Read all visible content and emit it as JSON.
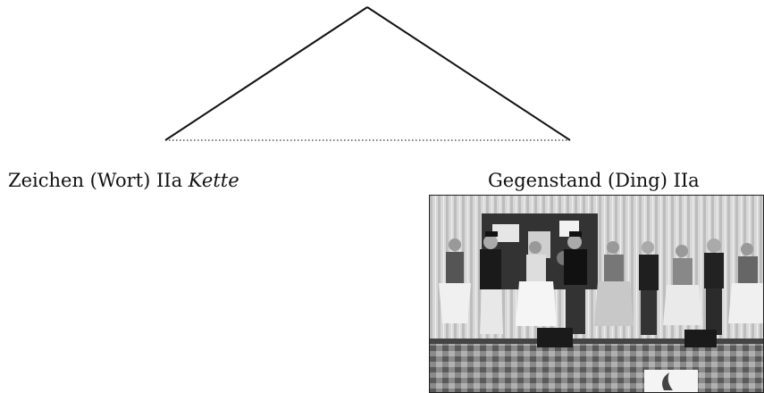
{
  "left_label": {
    "text": "Zeichen (Wort) IIa",
    "word": "Kette"
  },
  "right_label": {
    "text": "Gegenstand (Ding) IIa"
  },
  "photo": {
    "description_icon": "folk-dance-group-photo",
    "tone": "grayscale"
  }
}
